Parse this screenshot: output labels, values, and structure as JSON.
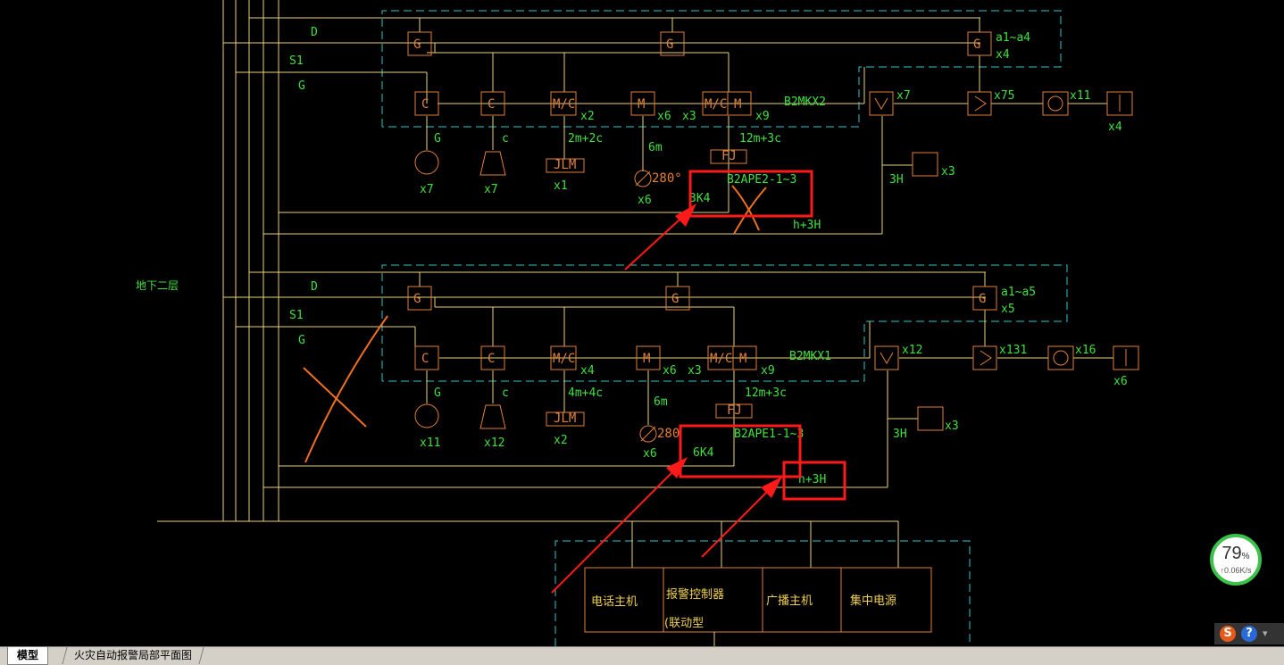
{
  "drawing": {
    "floor_label": "地下二层",
    "upper": {
      "bus": {
        "d": "D",
        "s1": "S1",
        "g": "G"
      },
      "zone_label": "B2MKX2",
      "g_device": "G",
      "c_device": "C",
      "mc_device": "M/C",
      "m_device": "M",
      "range_label": "a1~a4",
      "range_count": "x4",
      "counts": {
        "mc": "x2",
        "m": "x6",
        "mx3": "x3",
        "mcm": "x9"
      },
      "wire": {
        "g": "G",
        "c": "c",
        "mc": "2m+2c",
        "m": "6m",
        "mcm": "12m+3c",
        "fj": "FJ"
      },
      "loads": {
        "speaker": "x7",
        "strobe": "x7",
        "jlm_label": "JLM",
        "jlm": "x1",
        "fire_damper": "280°",
        "fire_damper_count": "x6"
      },
      "panel_label": "B2APE2-1~3",
      "panel_k": "3K4",
      "h_wire": "h+3H",
      "phone_wire": "3H",
      "phone_count": "x3",
      "detect": {
        "manual": "x7",
        "smoke": "x75",
        "heat": "x11",
        "hydrant": "x4"
      }
    },
    "lower": {
      "bus": {
        "d": "D",
        "s1": "S1",
        "g": "G"
      },
      "zone_label": "B2MKX1",
      "g_device": "G",
      "c_device": "C",
      "mc_device": "M/C",
      "m_device": "M",
      "range_label": "a1~a5",
      "range_count": "x5",
      "counts": {
        "mc": "x4",
        "m": "x6",
        "mx3": "x3",
        "mcm": "x9"
      },
      "wire": {
        "g": "G",
        "c": "c",
        "mc": "4m+4c",
        "m": "6m",
        "mcm": "12m+3c",
        "fj": "FJ"
      },
      "loads": {
        "speaker": "x11",
        "strobe": "x12",
        "jlm_label": "JLM",
        "jlm": "x2",
        "fire_damper": "280",
        "fire_damper_count": "x6"
      },
      "panel_label": "B2APE1-1~3",
      "panel_k": "6K4",
      "h_wire": "h+3H",
      "phone_wire": "3H",
      "phone_count": "x3",
      "detect": {
        "manual": "x12",
        "smoke": "x131",
        "heat": "x16",
        "hydrant": "x6"
      }
    },
    "control_room": {
      "phone_host": "电话主机",
      "alarm_controller": "报警控制器",
      "alarm_controller_sub": "(联动型",
      "broadcast_host": "广播主机",
      "central_power": "集中电源"
    }
  },
  "statusbar": {
    "tab_model": "模型",
    "tab_layout": "火灾自动报警局部平面图"
  },
  "netmon": {
    "percent": "79",
    "percent_unit": "%",
    "speed": "↑0.06K/s"
  },
  "colors": {
    "background": "#000000",
    "wire": "#e8d27a",
    "device": "#e0803a",
    "text": "#40e040",
    "zone_dash": "#30c8c8",
    "highlight": "#ff1a1a"
  }
}
